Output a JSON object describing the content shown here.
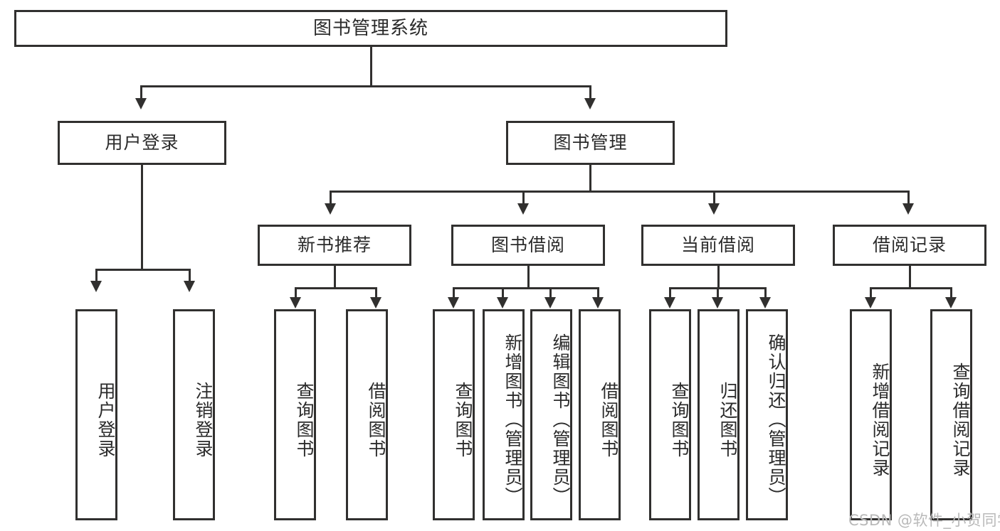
{
  "diagram": {
    "title": "图书管理系统",
    "type": "tree",
    "watermark": "CSDN @软件_小贺同学",
    "colors": {
      "stroke": "#31302f",
      "background": "#ffffff",
      "text": "#2b2b2b",
      "watermark": "#b9b9b9"
    },
    "nodes": {
      "root": {
        "label": "图书管理系统"
      },
      "level2": [
        {
          "id": "user-login",
          "label": "用户登录"
        },
        {
          "id": "book-manage",
          "label": "图书管理"
        }
      ],
      "level3": [
        {
          "id": "new-book-recommend",
          "label": "新书推荐"
        },
        {
          "id": "book-borrow",
          "label": "图书借阅"
        },
        {
          "id": "current-borrow",
          "label": "当前借阅"
        },
        {
          "id": "borrow-record",
          "label": "借阅记录"
        }
      ],
      "leaves": {
        "user_login": [
          {
            "id": "leaf-user-login",
            "label": "用户登录"
          },
          {
            "id": "leaf-logout",
            "label": "注销登录"
          }
        ],
        "new_book_recommend": [
          {
            "id": "leaf-query-book-1",
            "label": "查询图书"
          },
          {
            "id": "leaf-borrow-book-1",
            "label": "借阅图书"
          }
        ],
        "book_borrow": [
          {
            "id": "leaf-query-book-2",
            "label": "查询图书"
          },
          {
            "id": "leaf-add-book",
            "label": "新增图书（管理员）"
          },
          {
            "id": "leaf-edit-book",
            "label": "编辑图书（管理员）"
          },
          {
            "id": "leaf-borrow-book-2",
            "label": "借阅图书"
          }
        ],
        "current_borrow": [
          {
            "id": "leaf-query-book-3",
            "label": "查询图书"
          },
          {
            "id": "leaf-return-book",
            "label": "归还图书"
          },
          {
            "id": "leaf-confirm-return",
            "label": "确认归还（管理员）"
          }
        ],
        "borrow_record": [
          {
            "id": "leaf-add-record",
            "label": "新增借阅记录"
          },
          {
            "id": "leaf-query-record",
            "label": "查询借阅记录"
          }
        ]
      }
    }
  }
}
